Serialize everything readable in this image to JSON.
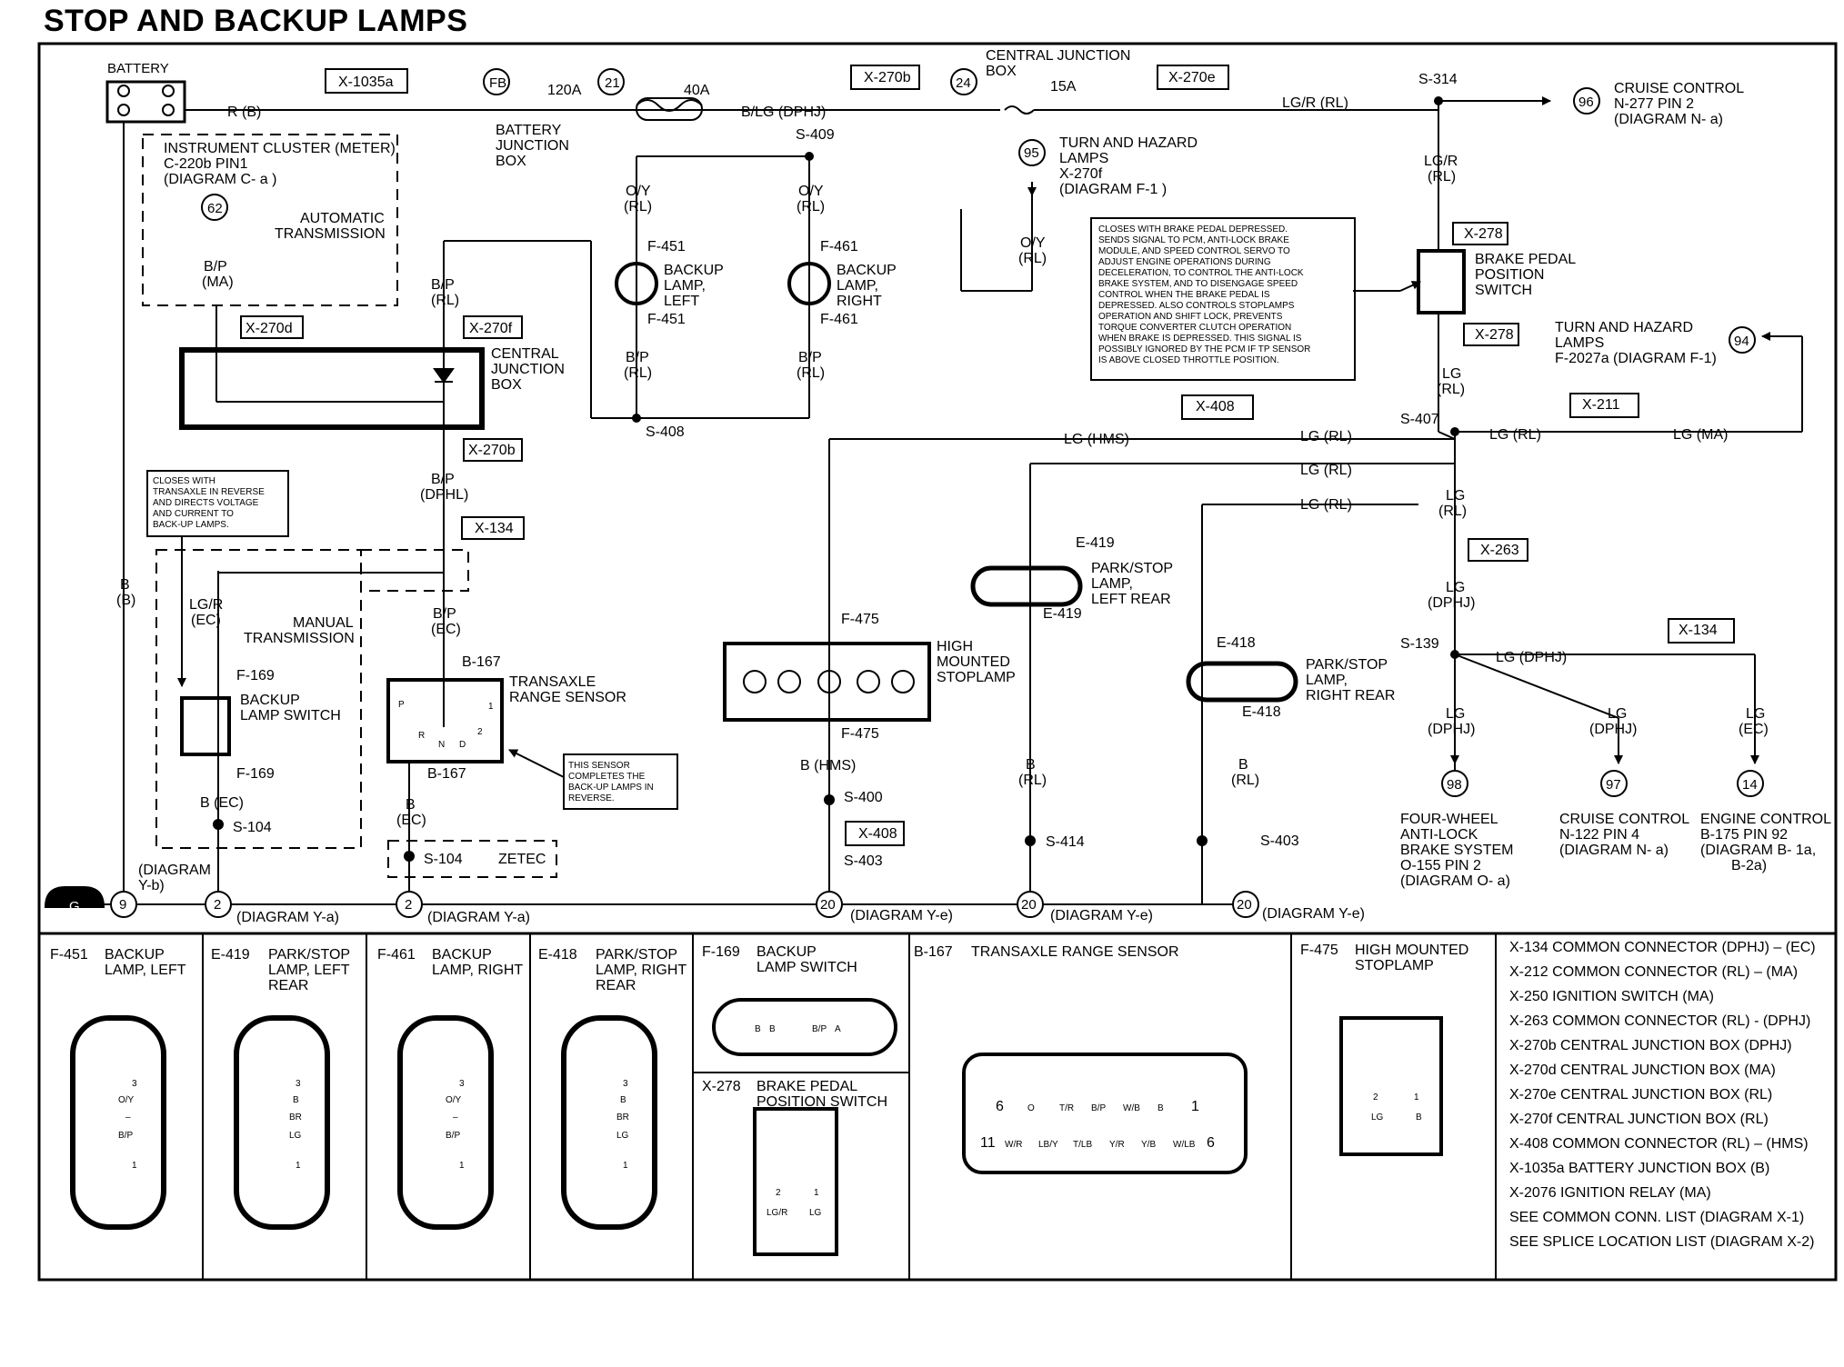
{
  "title": "STOP AND BACKUP LAMPS",
  "components": {
    "battery": "BATTERY",
    "battery_junction_box": [
      "BATTERY",
      "JUNCTION",
      "BOX"
    ],
    "central_junction_box_top": [
      "CENTRAL JUNCTION",
      "BOX"
    ],
    "central_junction_box_mid": [
      "CENTRAL",
      "JUNCTION",
      "BOX"
    ],
    "instrument_cluster": [
      "INSTRUMENT CLUSTER (METER)",
      "C-220b PIN1",
      "(DIAGRAM  C- a )"
    ],
    "automatic_transmission": [
      "AUTOMATIC",
      "TRANSMISSION"
    ],
    "manual_transmission": [
      "MANUAL",
      "TRANSMISSION"
    ],
    "backup_lamp_left": [
      "BACKUP",
      "LAMP,",
      "LEFT"
    ],
    "backup_lamp_right": [
      "BACKUP",
      "LAMP,",
      "RIGHT"
    ],
    "turn_hazard_top": [
      "TURN AND HAZARD",
      "LAMPS",
      "X-270f",
      "(DIAGRAM  F-1 )"
    ],
    "turn_hazard_right": [
      "TURN AND HAZARD",
      "LAMPS",
      "F-2027a (DIAGRAM F-1)"
    ],
    "cruise_control_top": [
      "CRUISE CONTROL",
      "N-277 PIN 2",
      "(DIAGRAM  N- a)"
    ],
    "brake_pedal_switch": [
      "BRAKE PEDAL",
      "POSITION",
      "SWITCH"
    ],
    "backup_lamp_switch": [
      "BACKUP",
      "LAMP SWITCH"
    ],
    "transaxle_range_sensor": [
      "TRANSAXLE",
      "RANGE SENSOR"
    ],
    "high_mounted_stoplamp": [
      "HIGH",
      "MOUNTED",
      "STOPLAMP"
    ],
    "park_stop_left": [
      "PARK/STOP",
      "LAMP,",
      "LEFT REAR"
    ],
    "park_stop_right": [
      "PARK/STOP",
      "LAMP,",
      "RIGHT REAR"
    ],
    "abs": [
      "FOUR-WHEEL",
      "ANTI-LOCK",
      "BRAKE SYSTEM",
      "O-155 PIN 2",
      "(DIAGRAM O- a)"
    ],
    "cruise_control_bottom": [
      "CRUISE CONTROL",
      "N-122 PIN 4",
      "(DIAGRAM  N- a)"
    ],
    "engine_control": [
      "ENGINE CONTROL",
      "B-175 PIN 92",
      "(DIAGRAM  B- 1a,",
      "B-2a)"
    ],
    "zetec": "ZETEC"
  },
  "notes": {
    "brake_switch_note": [
      "CLOSES WITH BRAKE PEDAL DEPRESSED.",
      "SENDS SIGNAL TO PCM, ANTI-LOCK BRAKE",
      "MODULE, AND SPEED CONTROL SERVO TO",
      "ADJUST ENGINE OPERATIONS DURING",
      "DECELERATION, TO CONTROL THE ANTI-LOCK",
      "BRAKE SYSTEM, AND TO DISENGAGE SPEED",
      "CONTROL WHEN THE BRAKE PEDAL IS",
      "DEPRESSED. ALSO CONTROLS STOPLAMPS",
      "OPERATION AND SHIFT LOCK, PREVENTS",
      "TORQUE CONVERTER CLUTCH OPERATION",
      "WHEN BRAKE IS DEPRESSED. THIS SIGNAL IS",
      "POSSIBLY IGNORED BY THE PCM IF TP SENSOR",
      "IS ABOVE CLOSED THROTTLE POSITION."
    ],
    "backup_switch_note": [
      "CLOSES WITH",
      "TRANSAXLE IN REVERSE",
      "AND DIRECTS VOLTAGE",
      "AND CURRENT TO",
      "BACK-UP LAMPS."
    ],
    "sensor_note": [
      "THIS SENSOR",
      "COMPLETES THE",
      "BACK-UP LAMPS IN",
      "REVERSE."
    ]
  },
  "connectors": {
    "x1035a": "X-1035a",
    "x270b": "X-270b",
    "x270e": "X-270e",
    "x270d": "X-270d",
    "x270f": "X-270f",
    "x270b2": "X-270b",
    "x134": "X-134",
    "x278a": "X-278",
    "x278b": "X-278",
    "x408": "X-408",
    "x211": "X-211",
    "x263": "X-263",
    "x134b": "X-134",
    "x408b": "X-408"
  },
  "circles": {
    "fb": "FB",
    "c21": "21",
    "c24": "24",
    "c96": "96",
    "c95": "95",
    "c62": "62",
    "c94": "94",
    "c98": "98",
    "c97": "97",
    "c14": "14",
    "g9": "9",
    "g2a": "2",
    "g2b": "2",
    "g20a": "20",
    "g20b": "20",
    "g20c": "20",
    "ground": "G"
  },
  "fuses": {
    "a120": "120A",
    "a40": "40A",
    "a15": "15A"
  },
  "wires": {
    "rb": "R (B)",
    "blg": "B/LG (DPHJ)",
    "lgr_rl": "LG/R (RL)",
    "bp_ma": [
      "B/P",
      "(MA)"
    ],
    "bp_rl": [
      "B/P",
      "(RL)"
    ],
    "bp_dphl": [
      "B/P",
      "(DPHL)"
    ],
    "bp_ec": [
      "B/P",
      "(EC)"
    ],
    "b_ec_lbl": [
      "B",
      "(EC)"
    ],
    "b_b": [
      "B",
      "(B)"
    ],
    "lgr_ec": [
      "LG/R",
      "(EC)"
    ],
    "b_ec": "B (EC)",
    "oy_rl": [
      "O/Y",
      "(RL)"
    ],
    "oy_rl2": [
      "O/Y",
      "(RL)"
    ],
    "oy_rl3": [
      "O/Y",
      "(RL)"
    ],
    "bp_rl2": [
      "B/P",
      "(RL)"
    ],
    "bp_rl3": [
      "B/P",
      "(RL)"
    ],
    "lgr_rl2": [
      "LG/R",
      "(RL)"
    ],
    "lg_rl": [
      "LG",
      "(RL)"
    ],
    "lg_rl2": [
      "LG",
      "(RL)"
    ],
    "lg_dphj": [
      "LG",
      "(DPHJ)"
    ],
    "lg_hms": "LG (HMS)",
    "lg_rl_a": "LG (RL)",
    "lg_rl_b": "LG (RL)",
    "lg_rl_c": "LG (RL)",
    "lg_rl_d": "LG (RL)",
    "lg_ma": "LG (MA)",
    "lg_dphj2": "LG (DPHJ)",
    "lg_dphj3": [
      "LG",
      "(DPHJ)"
    ],
    "lg_dphj4": [
      "LG",
      "(DPHJ)"
    ],
    "lg_ec2": [
      "LG",
      "(EC)"
    ],
    "b_hms": "B (HMS)",
    "b_rl": [
      "B",
      "(RL)"
    ],
    "b_rl2": [
      "B",
      "(RL)"
    ]
  },
  "splices": {
    "s314": "S-314",
    "s409": "S-409",
    "s408": "S-408",
    "s407": "S-407",
    "s139": "S-139",
    "s400": "S-400",
    "s403": "S-403",
    "s403b": "S-403",
    "s414": "S-414",
    "s104": "S-104",
    "s104b": "S-104"
  },
  "pins": {
    "f451a": "F-451",
    "f451b": "F-451",
    "f461a": "F-461",
    "f461b": "F-461",
    "f169a": "F-169",
    "f169b": "F-169",
    "b167a": "B-167",
    "b167b": "B-167",
    "e419a": "E-419",
    "e419b": "E-419",
    "e418a": "E-418",
    "e418b": "E-418",
    "f475a": "F-475",
    "f475b": "F-475"
  },
  "range_sensor_pins": [
    "P",
    "R",
    "N",
    "D",
    "2",
    "1"
  ],
  "diagram_refs": {
    "ya": "(DIAGRAM  Y-a)",
    "ya2": "(DIAGRAM  Y-a)",
    "ye": "(DIAGRAM  Y-e)",
    "ye2": "(DIAGRAM  Y-e)",
    "ye3": "(DIAGRAM  Y-e)",
    "yb": [
      "(DIAGRAM",
      "Y-b)"
    ]
  },
  "legend_panels": [
    {
      "code": "F-451",
      "name": [
        "BACKUP",
        "LAMP, LEFT"
      ],
      "pins": [
        "3",
        "O/Y",
        "–",
        "B/P",
        "1"
      ]
    },
    {
      "code": "E-419",
      "name": [
        "PARK/STOP",
        "LAMP, LEFT",
        "REAR"
      ],
      "pins": [
        "3",
        "B",
        "BR",
        "LG",
        "1"
      ]
    },
    {
      "code": "F-461",
      "name": [
        "BACKUP",
        "LAMP, RIGHT"
      ],
      "pins": [
        "3",
        "O/Y",
        "–",
        "B/P",
        "1"
      ]
    },
    {
      "code": "E-418",
      "name": [
        "PARK/STOP",
        "LAMP, RIGHT",
        "REAR"
      ],
      "pins": [
        "3",
        "B",
        "BR",
        "LG",
        "1"
      ]
    }
  ],
  "legend_f169": {
    "code": "F-169",
    "name": [
      "BACKUP",
      "LAMP SWITCH"
    ],
    "pins": [
      "B",
      "B",
      "B/P",
      "A"
    ]
  },
  "legend_x278": {
    "code": "X-278",
    "name": [
      "BRAKE PEDAL",
      "POSITION SWITCH"
    ],
    "pins": [
      "2",
      "1",
      "LG/R",
      "LG"
    ]
  },
  "legend_b167": {
    "code": "B-167",
    "name": "TRANSAXLE RANGE SENSOR",
    "top_num_left": "6",
    "top_num_right": "1",
    "bot_num_left": "11",
    "bot_num_right": "6",
    "top_pins": [
      "O",
      "T/R",
      "B/P",
      "W/B",
      "B"
    ],
    "bot_pins": [
      "W/R",
      "LB/Y",
      "T/LB",
      "Y/R",
      "Y/B",
      "W/LB"
    ]
  },
  "legend_f475": {
    "code": "F-475",
    "name": [
      "HIGH MOUNTED",
      "STOPLAMP"
    ],
    "pins": [
      "2",
      "1",
      "LG",
      "B"
    ]
  },
  "connector_list": [
    "X-134   COMMON CONNECTOR (DPHJ) – (EC)",
    "X-212   COMMON CONNECTOR (RL) – (MA)",
    "X-250   IGNITION SWITCH (MA)",
    "X-263   COMMON CONNECTOR (RL) - (DPHJ)",
    "X-270b  CENTRAL JUNCTION BOX (DPHJ)",
    "X-270d  CENTRAL JUNCTION BOX (MA)",
    "X-270e  CENTRAL JUNCTION BOX (RL)",
    "X-270f  CENTRAL JUNCTION BOX (RL)",
    "X-408   COMMON CONNECTOR (RL) – (HMS)",
    "X-1035a BATTERY JUNCTION BOX (B)",
    "X-2076  IGNITION RELAY (MA)",
    "SEE COMMON CONN. LIST (DIAGRAM X-1)",
    "SEE SPLICE LOCATION LIST (DIAGRAM X-2)"
  ]
}
